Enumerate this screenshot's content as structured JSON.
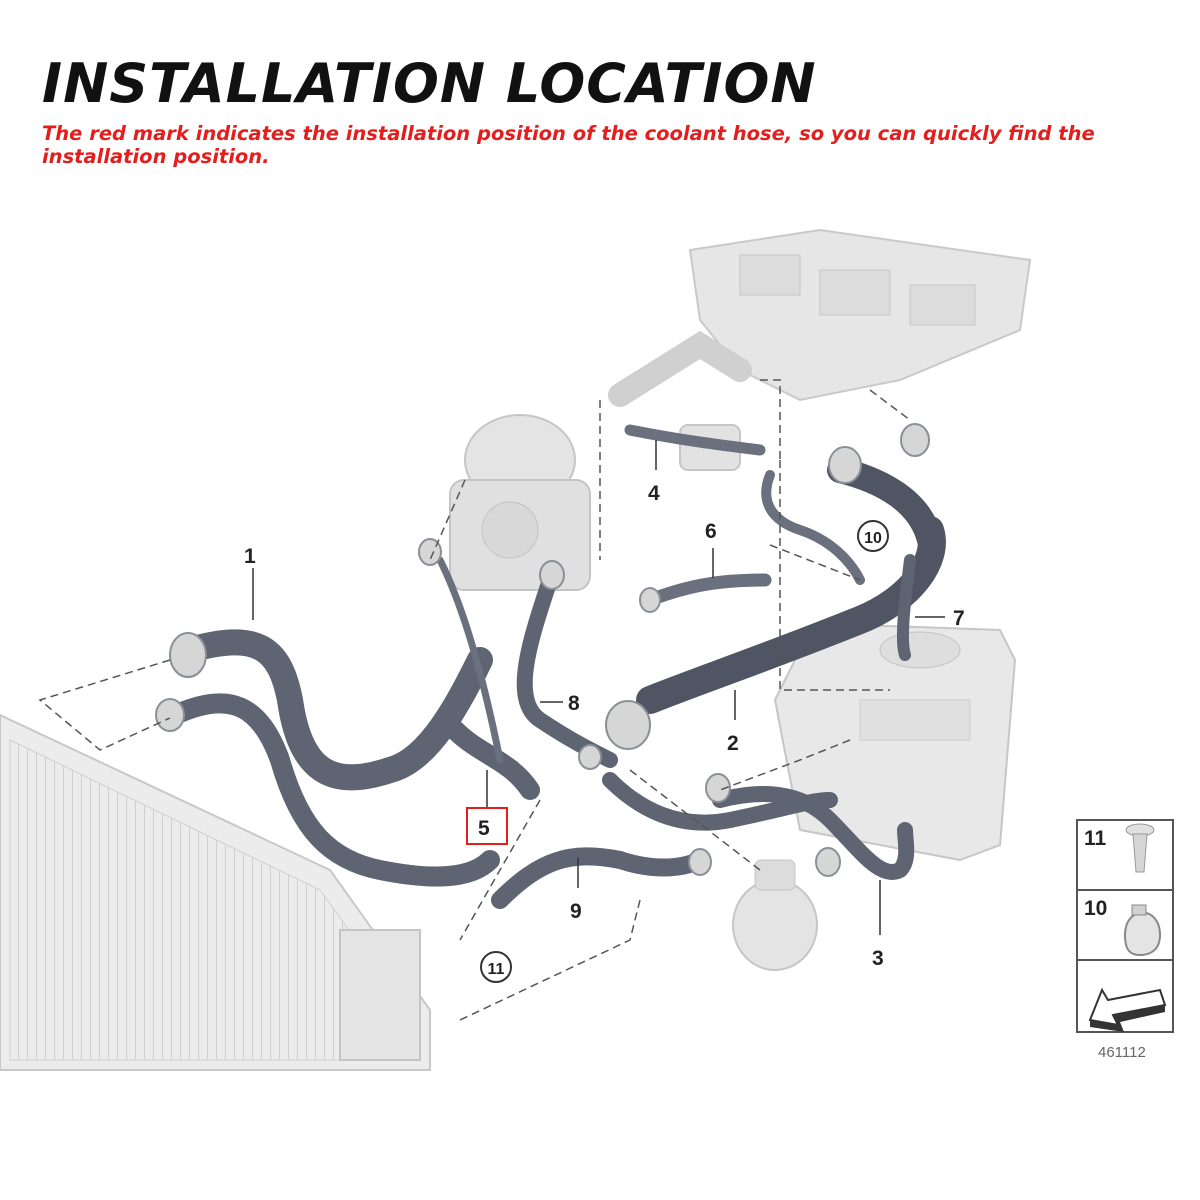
{
  "header": {
    "title": "INSTALLATION LOCATION",
    "subtitle": "The red mark indicates the installation position of the coolant hose, so you can quickly find the installation position."
  },
  "callouts": [
    {
      "id": "1",
      "label": "1"
    },
    {
      "id": "2",
      "label": "2"
    },
    {
      "id": "3",
      "label": "3"
    },
    {
      "id": "4",
      "label": "4"
    },
    {
      "id": "5",
      "label": "5",
      "highlighted": true
    },
    {
      "id": "6",
      "label": "6"
    },
    {
      "id": "7",
      "label": "7"
    },
    {
      "id": "8",
      "label": "8"
    },
    {
      "id": "9",
      "label": "9"
    },
    {
      "id": "10",
      "label": "10",
      "circled": true
    },
    {
      "id": "11",
      "label": "11",
      "circled": true
    }
  ],
  "legend": [
    {
      "id": "11",
      "label": "11",
      "icon": "push-clip-icon"
    },
    {
      "id": "10",
      "label": "10",
      "icon": "hose-clamp-icon"
    },
    {
      "id": "arrow",
      "icon": "direction-arrow-icon"
    }
  ],
  "reference_number": "461112",
  "colors": {
    "highlight": "#e41d1d",
    "hose": "#5e6472",
    "component": "#e2e2e2"
  }
}
